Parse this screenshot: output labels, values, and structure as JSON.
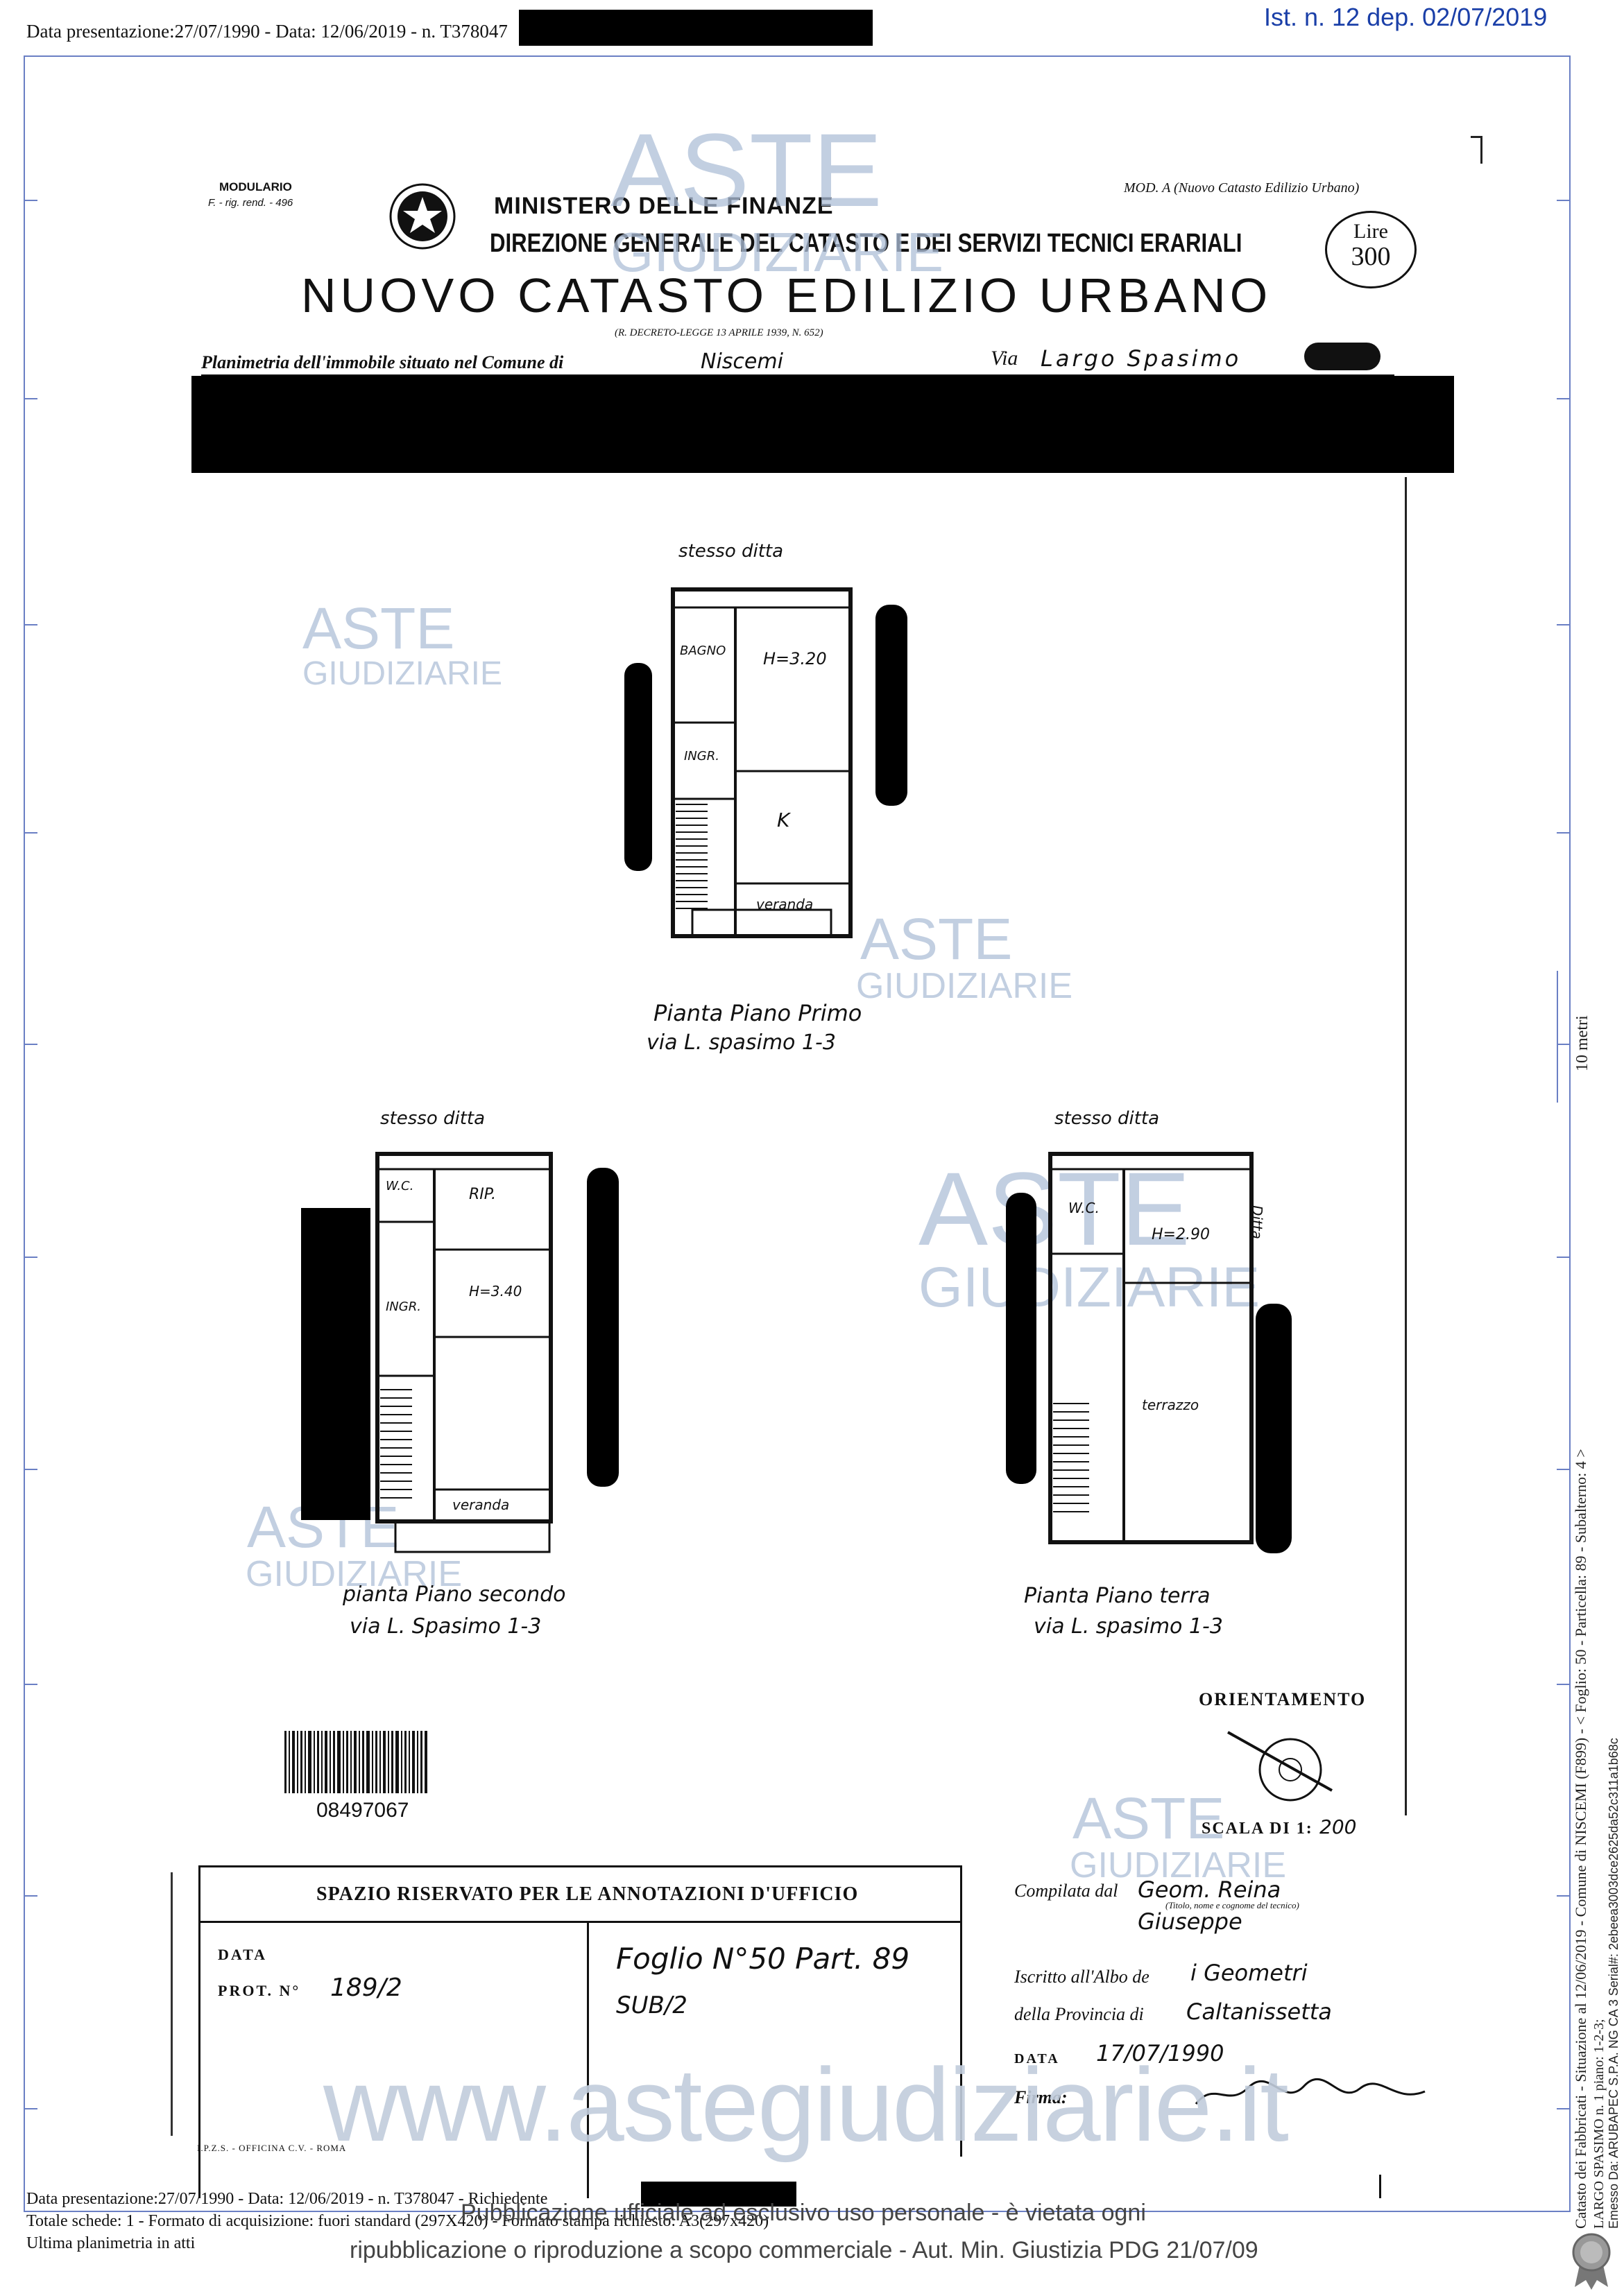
{
  "header": {
    "left_text": "Data presentazione:27/07/1990 - Data: 12/06/2019 - n. T378047",
    "right_badge": "Ist. n. 12 dep. 02/07/2019"
  },
  "form": {
    "modulario_line1": "MODULARIO",
    "modulario_line2": "F. - rig. rend. - 496",
    "ministry": "MINISTERO DELLE FINANZE",
    "direction": "DIREZIONE GENERALE DEL CATASTO E DEI SERVIZI TECNICI ERARIALI",
    "title": "NUOVO CATASTO EDILIZIO URBANO",
    "decree": "(R. DECRETO-LEGGE 13 APRILE 1939, N. 652)",
    "mod": "MOD. A (Nuovo Catasto Edilizio Urbano)",
    "lire_label": "Lire",
    "lire_value": "300",
    "planimetria_label": "Planimetria dell'immobile situato nel Comune di",
    "comune": "Niscemi",
    "via_label": "Via",
    "via_value": "Largo Spasimo"
  },
  "plans": {
    "first": {
      "owner": "stesso ditta",
      "rooms": [
        "BAGNO",
        "H=3.20",
        "INGR.",
        "K",
        "veranda"
      ],
      "caption1": "Pianta Piano Primo",
      "caption2": "via L. spasimo 1-3"
    },
    "second": {
      "owner": "stesso ditta",
      "rooms": [
        "W.C.",
        "RIP.",
        "INGR.",
        "H=3.40",
        "veranda"
      ],
      "caption1": "pianta Piano secondo",
      "caption2": "via L. Spasimo 1-3"
    },
    "ground": {
      "owner": "stesso ditta",
      "rooms": [
        "W.C.",
        "H=2.90",
        "terrazzo",
        "Ditta"
      ],
      "caption1": "Pianta Piano terra",
      "caption2": "via L. spasimo 1-3"
    }
  },
  "orientation": {
    "label": "ORIENTAMENTO",
    "scale_label": "SCALA DI 1:",
    "scale_value": "200"
  },
  "barcode_number": "08497067",
  "office": {
    "title": "SPAZIO RISERVATO PER LE ANNOTAZIONI D'UFFICIO",
    "data_label": "DATA",
    "prot_label": "PROT. N°",
    "prot_value": "189/2",
    "foglio_line": "Foglio N°50  Part. 89",
    "sub_line": "SUB/2",
    "printer": "I.P.Z.S. - OFFICINA C.V. - ROMA"
  },
  "compiler": {
    "compilata_label": "Compilata dal",
    "compilata_value": "Geom. Reina Giuseppe",
    "titolo_hint": "(Titolo, nome e cognome del tecnico)",
    "iscritto_label": "Iscritto all'Albo de",
    "iscritto_value": "i Geometri",
    "provincia_label": "della Provincia di",
    "provincia_value": "Caltanissetta",
    "data_label": "DATA",
    "data_value": "17/07/1990",
    "firma_label": "Firma:"
  },
  "side": {
    "meters": "10 metri",
    "catasto": "Catasto dei Fabbricati - Situazione al 12/06/2019 - Comune di NISCEMI (F899) - < Foglio: 50 - Particella: 89 - Subalterno: 4 >",
    "catasto2": "LARGO SPASIMO n. 1 piano: 1-2-3;",
    "serial": "Emesso Da: ARUBAPEC S.P.A. NG CA 3 Serial#: 2ebeea3003dce2625da52c311a1b68c"
  },
  "footer": {
    "line1": "Data presentazione:27/07/1990 - Data: 12/06/2019 - n. T378047 - Richiedente",
    "line2": "Totale schede: 1 - Formato di acquisizione: fuori standard (297X420) - Formato stampa richiesto: A3(297x420)",
    "line3": "Ultima planimetria in atti",
    "publication1": "Pubblicazione ufficiale ad esclusivo uso personale - è vietata ogni",
    "publication2": "ripubblicazione o riproduzione a scopo commerciale - Aut. Min. Giustizia PDG 21/07/09"
  },
  "watermark": {
    "brand_top": "ASTE",
    "brand_bottom": "GIUDIZIARIE",
    "url": "www.astegiudiziarie.it"
  },
  "colors": {
    "frame": "#6a7fc4",
    "badge": "#1a3fa8",
    "watermark": "#aebfd8"
  }
}
